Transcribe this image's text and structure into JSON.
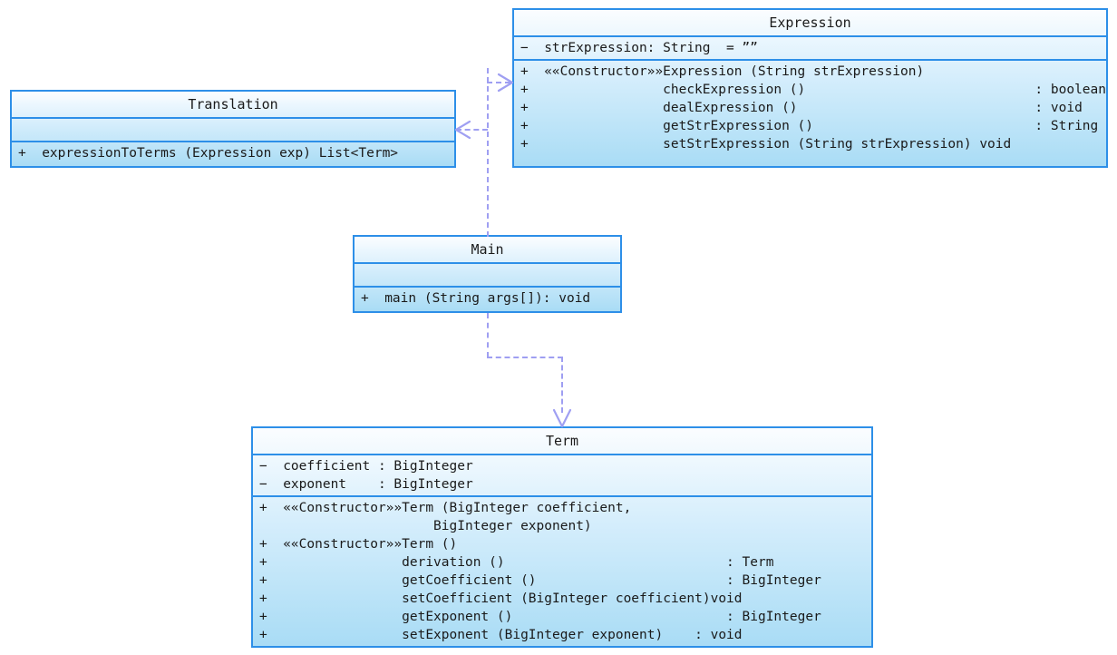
{
  "diagram": {
    "title": "UML Class Diagram",
    "accent_border": "#2d8fe8",
    "fill_top": "#fbfdff",
    "fill_bottom": "#a9dcf5",
    "connector_color": "#9f9ff2"
  },
  "classes": {
    "expression": {
      "name": "Expression",
      "attributes": [
        "−  strExpression: String  = ””"
      ],
      "operations": [
        "+  ««Constructor»»Expression (String strExpression)",
        "+                 checkExpression ()                             : boolean",
        "+                 dealExpression ()                              : void",
        "+                 getStrExpression ()                            : String",
        "+                 setStrExpression (String strExpression) void"
      ]
    },
    "translation": {
      "name": "Translation",
      "attributes": [],
      "operations": [
        "+  expressionToTerms (Expression exp) List<Term>"
      ]
    },
    "main": {
      "name": "Main",
      "attributes": [],
      "operations": [
        "+  main (String args[]): void"
      ]
    },
    "term": {
      "name": "Term",
      "attributes": [
        "−  coefficient : BigInteger",
        "−  exponent    : BigInteger"
      ],
      "operations": [
        "+  ««Constructor»»Term (BigInteger coefficient,",
        "                      BigInteger exponent)",
        "+  ««Constructor»»Term ()",
        "+                 derivation ()                            : Term",
        "+                 getCoefficient ()                        : BigInteger",
        "+                 setCoefficient (BigInteger coefficient)void",
        "+                 getExponent ()                           : BigInteger",
        "+                 setExponent (BigInteger exponent)    : void"
      ]
    }
  },
  "connectors": [
    {
      "name": "main-to-expression",
      "from": "Main",
      "to": "Expression",
      "style": "dashed",
      "arrowhead": "open"
    },
    {
      "name": "main-to-translation",
      "from": "Main",
      "to": "Translation",
      "style": "dashed",
      "arrowhead": "open"
    },
    {
      "name": "main-to-term",
      "from": "Main",
      "to": "Term",
      "style": "dashed",
      "arrowhead": "open"
    }
  ]
}
